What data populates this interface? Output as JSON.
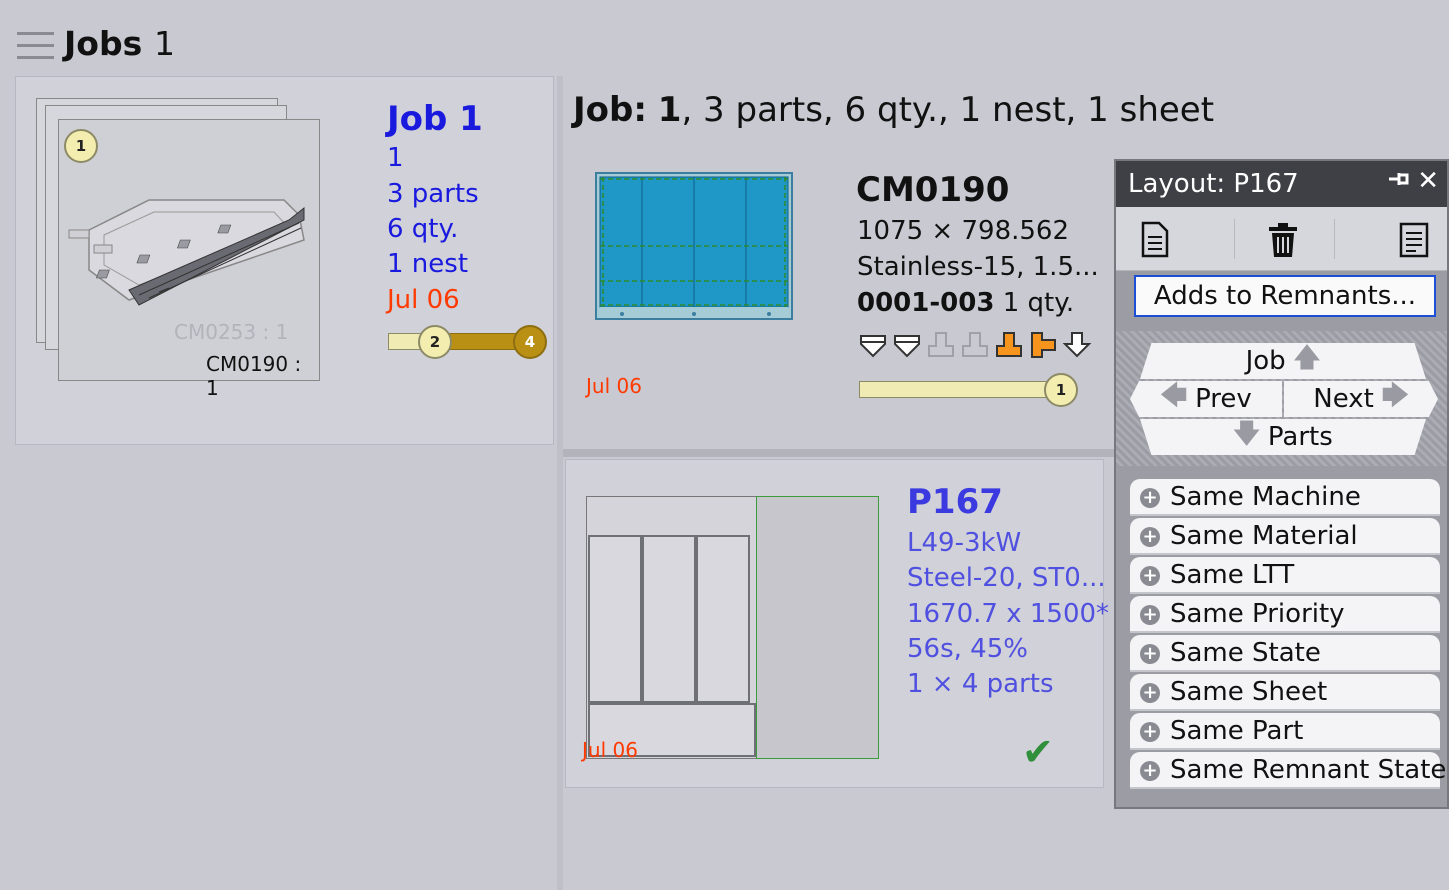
{
  "header": {
    "title": "Jobs",
    "count": "1"
  },
  "job_card": {
    "title": "Job 1",
    "lines": [
      "1",
      "3 parts",
      "6 qty.",
      "1 nest"
    ],
    "date": "Jul 06",
    "sheet_ghost_label": "CM0253 : 1",
    "sheet_label": "CM0190 : 1",
    "badge": "1",
    "progress_start": "2",
    "progress_end": "4",
    "progress_fraction": 0.5
  },
  "summary": {
    "label": "Job:",
    "job": "1",
    "rest": ", 3 parts, 6 qty., 1 nest, 1 sheet"
  },
  "part": {
    "name": "CM0190",
    "dims": "1075 × 798.562",
    "material": "Stainless-15, 1.5...",
    "code": "0001-003",
    "qty": "1 qty.",
    "date": "Jul 06",
    "progress_badge": "1",
    "state_icons": [
      "down-outline-icon",
      "down-outline-icon",
      "down-gray-icon",
      "down-gray-icon",
      "down-orange-icon",
      "left-orange-icon",
      "down-outline-icon"
    ]
  },
  "nest": {
    "name": "P167",
    "lines": [
      "L49-3kW",
      "Steel-20, ST0...",
      "1670.7 x 1500*",
      "56s, 45%",
      "1 × 4 parts"
    ],
    "date": "Jul 06"
  },
  "layout_panel": {
    "title_label": "Layout:",
    "title_value": "P167",
    "remnant_button": "Adds to Remnants...",
    "nav": {
      "job": "Job",
      "prev": "Prev",
      "next": "Next",
      "parts": "Parts"
    },
    "filters": [
      "Same Machine",
      "Same Material",
      "Same LTT",
      "Same Priority",
      "Same State",
      "Same Sheet",
      "Same Part",
      "Same Remnant State"
    ]
  },
  "colors": {
    "accent_blue": "#1a1adf",
    "date_orange": "#ff3a00",
    "progress_gold": "#b98f14",
    "check_green": "#2f8f3a"
  }
}
